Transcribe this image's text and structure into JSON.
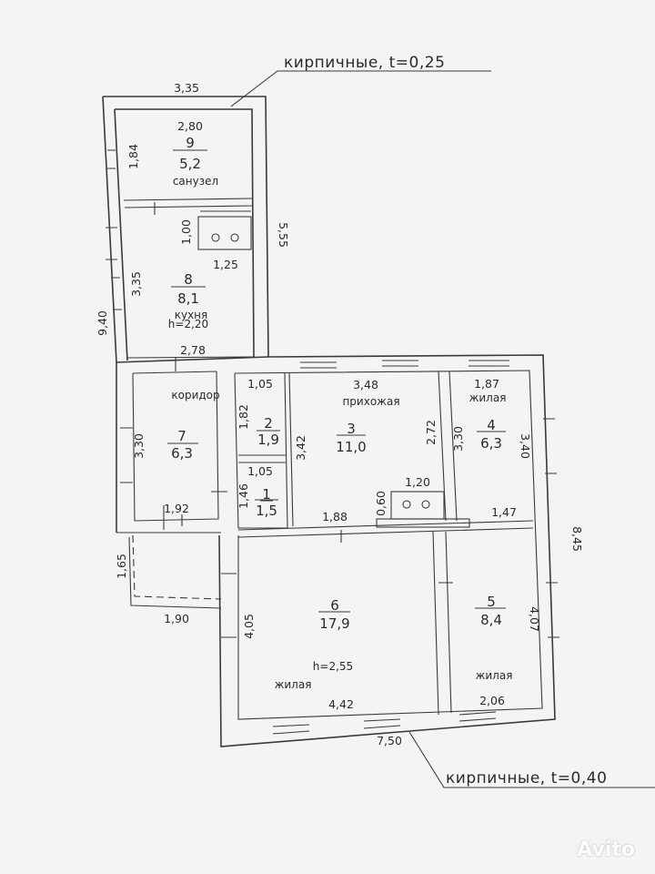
{
  "notes": {
    "walls_top": "кирпичные, t=0,25",
    "walls_bottom": "кирпичные, t=0,40"
  },
  "rooms": [
    {
      "key": "r9",
      "number": "9",
      "area": "5,2",
      "label": "санузел"
    },
    {
      "key": "r8",
      "number": "8",
      "area": "8,1",
      "label": "кухня",
      "height": "h=2,20"
    },
    {
      "key": "r7",
      "number": "7",
      "area": "6,3",
      "label": "коридор"
    },
    {
      "key": "r2",
      "number": "2",
      "area": "1,9"
    },
    {
      "key": "r1",
      "number": "1",
      "area": "1,5"
    },
    {
      "key": "r3",
      "number": "3",
      "area": "11,0",
      "label": "прихожая"
    },
    {
      "key": "r4",
      "number": "4",
      "area": "6,3",
      "label": "жилая"
    },
    {
      "key": "r6",
      "number": "6",
      "area": "17,9",
      "label": "жилая",
      "height": "h=2,55"
    },
    {
      "key": "r5",
      "number": "5",
      "area": "8,4",
      "label": "жилая"
    }
  ],
  "dims": {
    "d335top": "3,35",
    "d280": "2,80",
    "d184": "1,84",
    "d555": "5,55",
    "d100": "1,00",
    "d125": "1,25",
    "d335kitchen": "3,35",
    "d940": "9,40",
    "d278": "2,78",
    "d105a": "1,05",
    "d182": "1,82",
    "d105b": "1,05",
    "d146": "1,46",
    "d348": "3,48",
    "d342": "3,42",
    "d272": "2,72",
    "d120": "1,20",
    "d060": "0,60",
    "d188": "1,88",
    "d187": "1,87",
    "d330r4": "3,30",
    "d340": "3,40",
    "d147": "1,47",
    "d330r7": "3,30",
    "d192": "1,92",
    "d165": "1,65",
    "d190": "1,90",
    "d845": "8,45",
    "d405": "4,05",
    "d442": "4,42",
    "d407": "4,07",
    "d206": "2,06",
    "d750": "7,50"
  },
  "watermark": "Avito"
}
